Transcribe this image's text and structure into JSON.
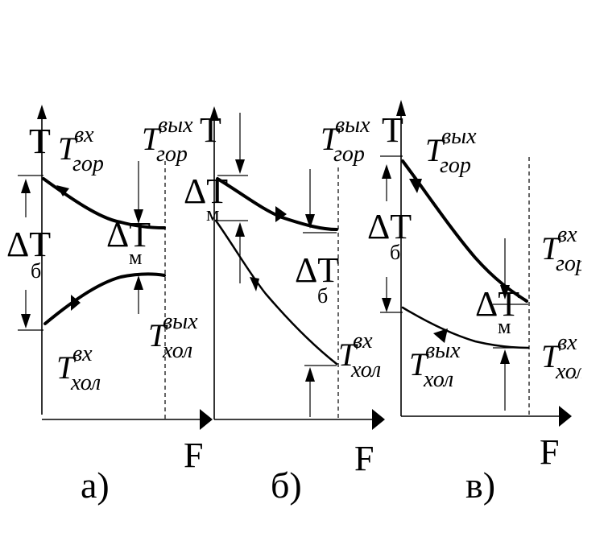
{
  "axes": {
    "y_label": "T",
    "x_label": "F"
  },
  "panels": [
    {
      "letter": "а)",
      "hot_in": {
        "main": "T",
        "sup": "вх",
        "sub": "гор"
      },
      "hot_out": {
        "main": "T",
        "sup": "вых",
        "sub": "гор"
      },
      "cold_in": {
        "main": "T",
        "sup": "вх",
        "sub": "хол"
      },
      "cold_out": {
        "main": "T",
        "sup": "вых",
        "sub": "хол"
      },
      "delta_big": {
        "main": "ΔT",
        "sub": "б"
      },
      "delta_small": {
        "main": "ΔT",
        "sub": "м"
      }
    },
    {
      "letter": "б)",
      "hot_out": {
        "main": "T",
        "sup": "вых",
        "sub": "гор"
      },
      "cold_in": {
        "main": "T",
        "sup": "вх",
        "sub": "хол"
      },
      "delta_big": {
        "main": "ΔT",
        "sub": "б"
      },
      "delta_small": {
        "main": "ΔT",
        "sub": "м"
      }
    },
    {
      "letter": "в)",
      "hot_out": {
        "main": "T",
        "sup": "вых",
        "sub": "гор"
      },
      "hot_in": {
        "main": "T",
        "sup": "вх",
        "sub": "гор"
      },
      "cold_out": {
        "main": "T",
        "sup": "вых",
        "sub": "хол"
      },
      "cold_in": {
        "main": "T",
        "sup": "вх",
        "sub": "хол"
      },
      "delta_big": {
        "main": "ΔT",
        "sub": "б"
      },
      "delta_small": {
        "main": "ΔT",
        "sub": "м"
      }
    }
  ]
}
